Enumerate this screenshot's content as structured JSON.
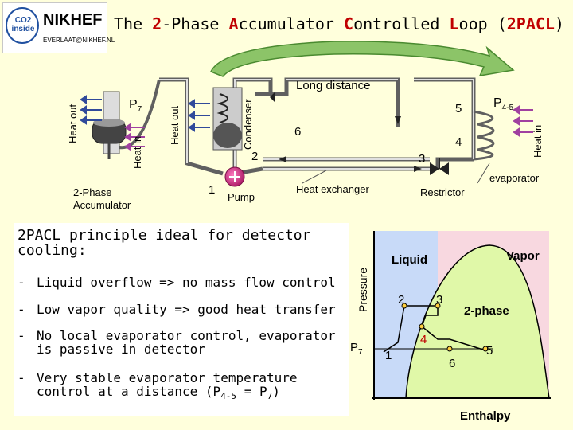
{
  "logo": {
    "co2_badge": "CO2 inside",
    "brand": "NIKHEF",
    "email": "EVERLAAT@NIKHEF.NL"
  },
  "title": {
    "parts": [
      {
        "t": "The ",
        "accent": false
      },
      {
        "t": "2",
        "accent": true
      },
      {
        "t": "-Phase ",
        "accent": false
      },
      {
        "t": "A",
        "accent": true
      },
      {
        "t": "ccumulator ",
        "accent": false
      },
      {
        "t": "C",
        "accent": true
      },
      {
        "t": "ontrolled ",
        "accent": false
      },
      {
        "t": "L",
        "accent": true
      },
      {
        "t": "oop (",
        "accent": false
      },
      {
        "t": "2PACL",
        "accent": true
      },
      {
        "t": ")",
        "accent": false
      }
    ]
  },
  "diagram": {
    "heat_out_left": "Heat out",
    "heat_in_left": "Heat in",
    "heat_out_mid": "Heat out",
    "condenser": "Condenser",
    "p7": "P",
    "p7_sub": "7",
    "long_distance": "Long distance",
    "p45": "P",
    "p45_sub": "4-5",
    "heat_in_right": "Heat in",
    "accumulator_line1": "2-Phase",
    "accumulator_line2": "Accumulator",
    "pump": "Pump",
    "heat_exchanger": "Heat exchanger",
    "restrictor": "Restrictor",
    "evaporator": "evaporator",
    "n1": "1",
    "n2": "2",
    "n3": "3",
    "n4": "4",
    "n5": "5",
    "n6": "6"
  },
  "text": {
    "heading": "2PACL principle ideal for detector cooling:",
    "bullets": [
      "Liquid overflow => no mass flow control",
      "Low vapor quality => good heat transfer",
      "No local evaporator control, evaporator is passive in detector",
      "Very stable evaporator temperature control at a distance (P4-5 = P7)"
    ],
    "bullet_dash": "-"
  },
  "phase": {
    "pressure": "Pressure",
    "enthalpy": "Enthalpy",
    "liquid": "Liquid",
    "vapor": "Vapor",
    "two_phase": "2-phase",
    "p7": "P",
    "p7_sub": "7",
    "n1": "1",
    "n2": "2",
    "n3": "3",
    "n4": "4",
    "n5": "5",
    "n6": "6"
  },
  "colors": {
    "background": "#ffffdc",
    "pipe": "#5a5a5a",
    "arrow_fill": "#7ab85c",
    "accent": "#c00000",
    "liquid_region": "#c8daf8",
    "two_phase_region": "#e0f8a8",
    "vapor_region": "#f8d8e0",
    "cycle_line": "#000000",
    "cycle_point": "#ffd040"
  }
}
